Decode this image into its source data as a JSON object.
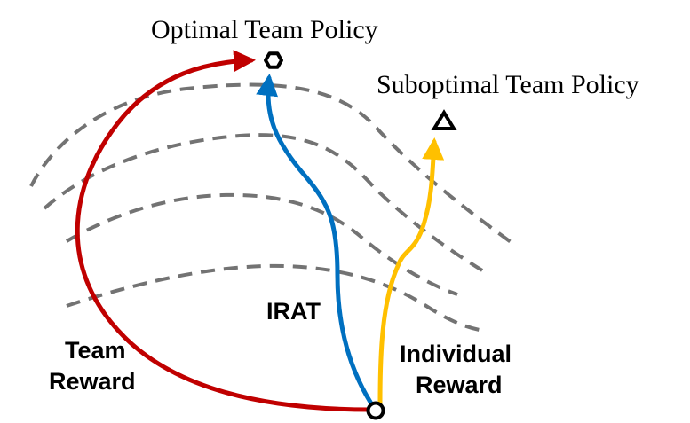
{
  "labels": {
    "optimal": "Optimal Team Policy",
    "suboptimal": "Suboptimal Team Policy",
    "irat": "IRAT",
    "team_reward_line1": "Team",
    "team_reward_line2": "Reward",
    "individual_reward_line1": "Individual",
    "individual_reward_line2": "Reward"
  },
  "markers": {
    "start": "circle",
    "optimal": "hexagon",
    "suboptimal": "triangle"
  },
  "colors": {
    "team_reward": "#c00000",
    "irat": "#0070c0",
    "individual_reward": "#ffc000",
    "contour": "#737373",
    "marker": "#000000"
  }
}
